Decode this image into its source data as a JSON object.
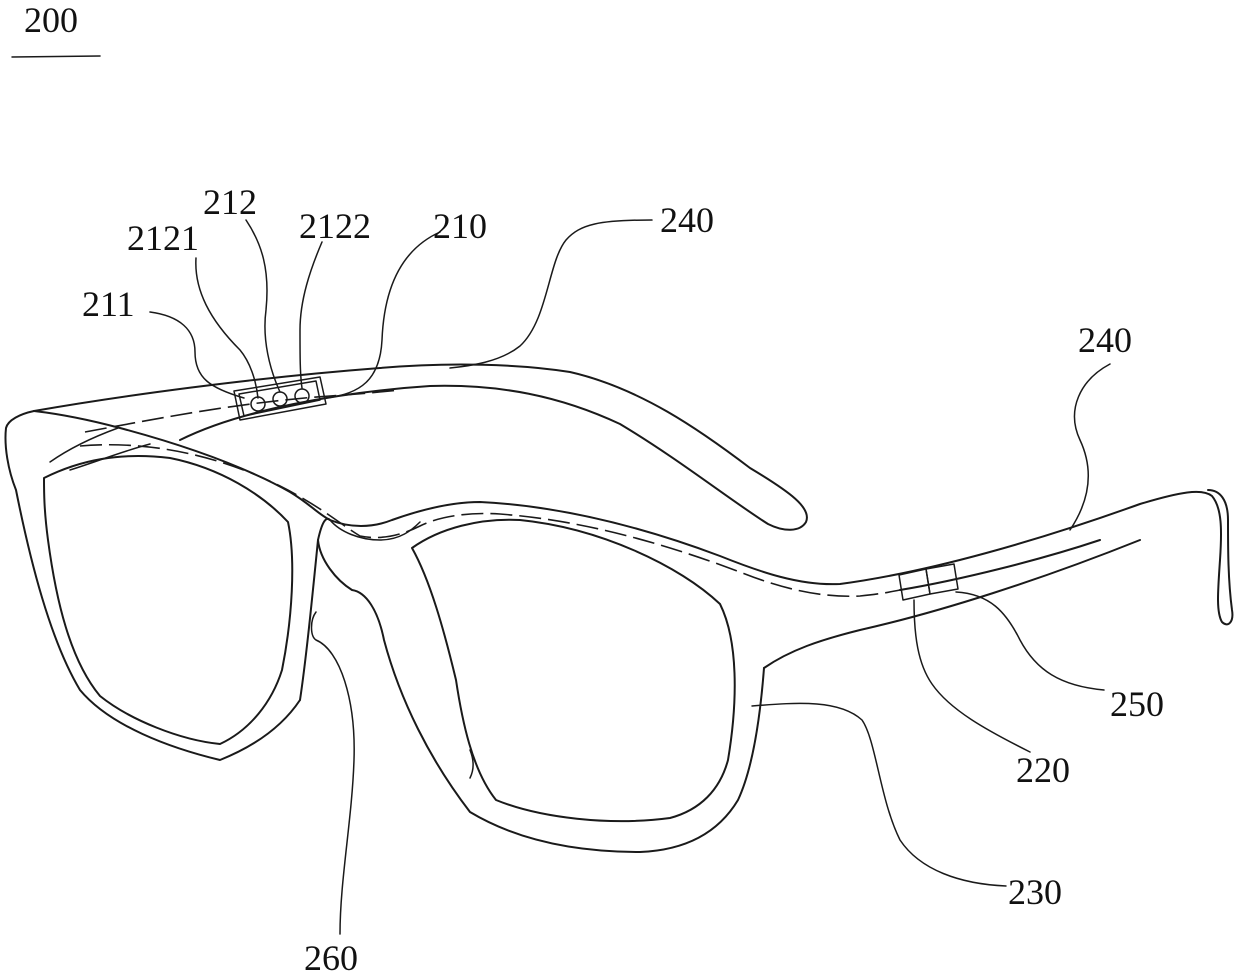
{
  "figure_number": "200",
  "reference_labels": {
    "l_211": "211",
    "l_2121": "2121",
    "l_212": "212",
    "l_2122": "2122",
    "l_210": "210",
    "l_240_left": "240",
    "l_240_right": "240",
    "l_250": "250",
    "l_220": "220",
    "l_230": "230",
    "l_260": "260"
  },
  "colors": {
    "line": "#1a1a1a",
    "background": "#ffffff"
  }
}
